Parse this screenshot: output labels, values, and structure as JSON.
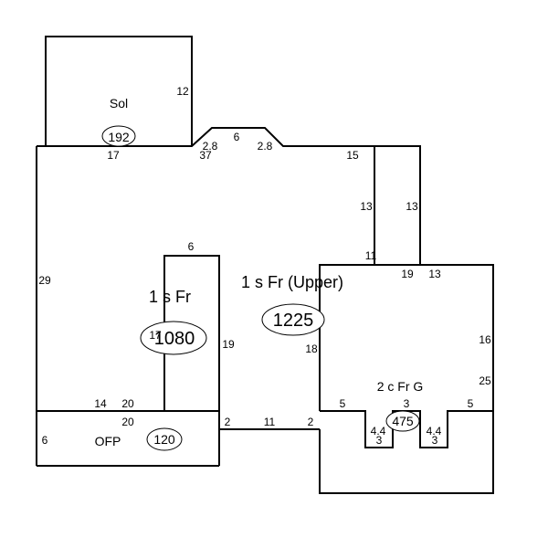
{
  "areas": {
    "sol": {
      "label": "Sol",
      "sqft": "192"
    },
    "main": {
      "label": "1 s Fr",
      "sqft": "1080"
    },
    "upper": {
      "label": "1 s Fr  (Upper)",
      "sqft": "1225"
    },
    "garage": {
      "label": "2 c Fr G",
      "sqft": "475"
    },
    "ofp": {
      "label": "OFP",
      "sqft": "120"
    }
  },
  "dimensions": {
    "sol_right": "12",
    "sol_bottom": "17",
    "bump_left": "2.8",
    "bump_top": "6",
    "bump_right": "2.8",
    "top_37": "37",
    "top_15": "15",
    "inner_13": "13",
    "right_13": "13",
    "mid_11": "11",
    "left_29": "29",
    "inner_6": "6",
    "inner_17": "17",
    "inner_19": "19",
    "upper_19": "19",
    "upper_13": "13",
    "right_16": "16",
    "right_25": "25",
    "left_18": "18",
    "g_5_left": "5",
    "g_3": "3",
    "g_5_right": "5",
    "g_44_left": "4.4",
    "g_44_right": "4.4",
    "g_3_left": "3",
    "g_3_right": "3",
    "bottom_14": "14",
    "bottom_20_top": "20",
    "bottom_20": "20",
    "ofp_6": "6",
    "link_2_left": "2",
    "link_11": "11",
    "link_2_right": "2"
  }
}
